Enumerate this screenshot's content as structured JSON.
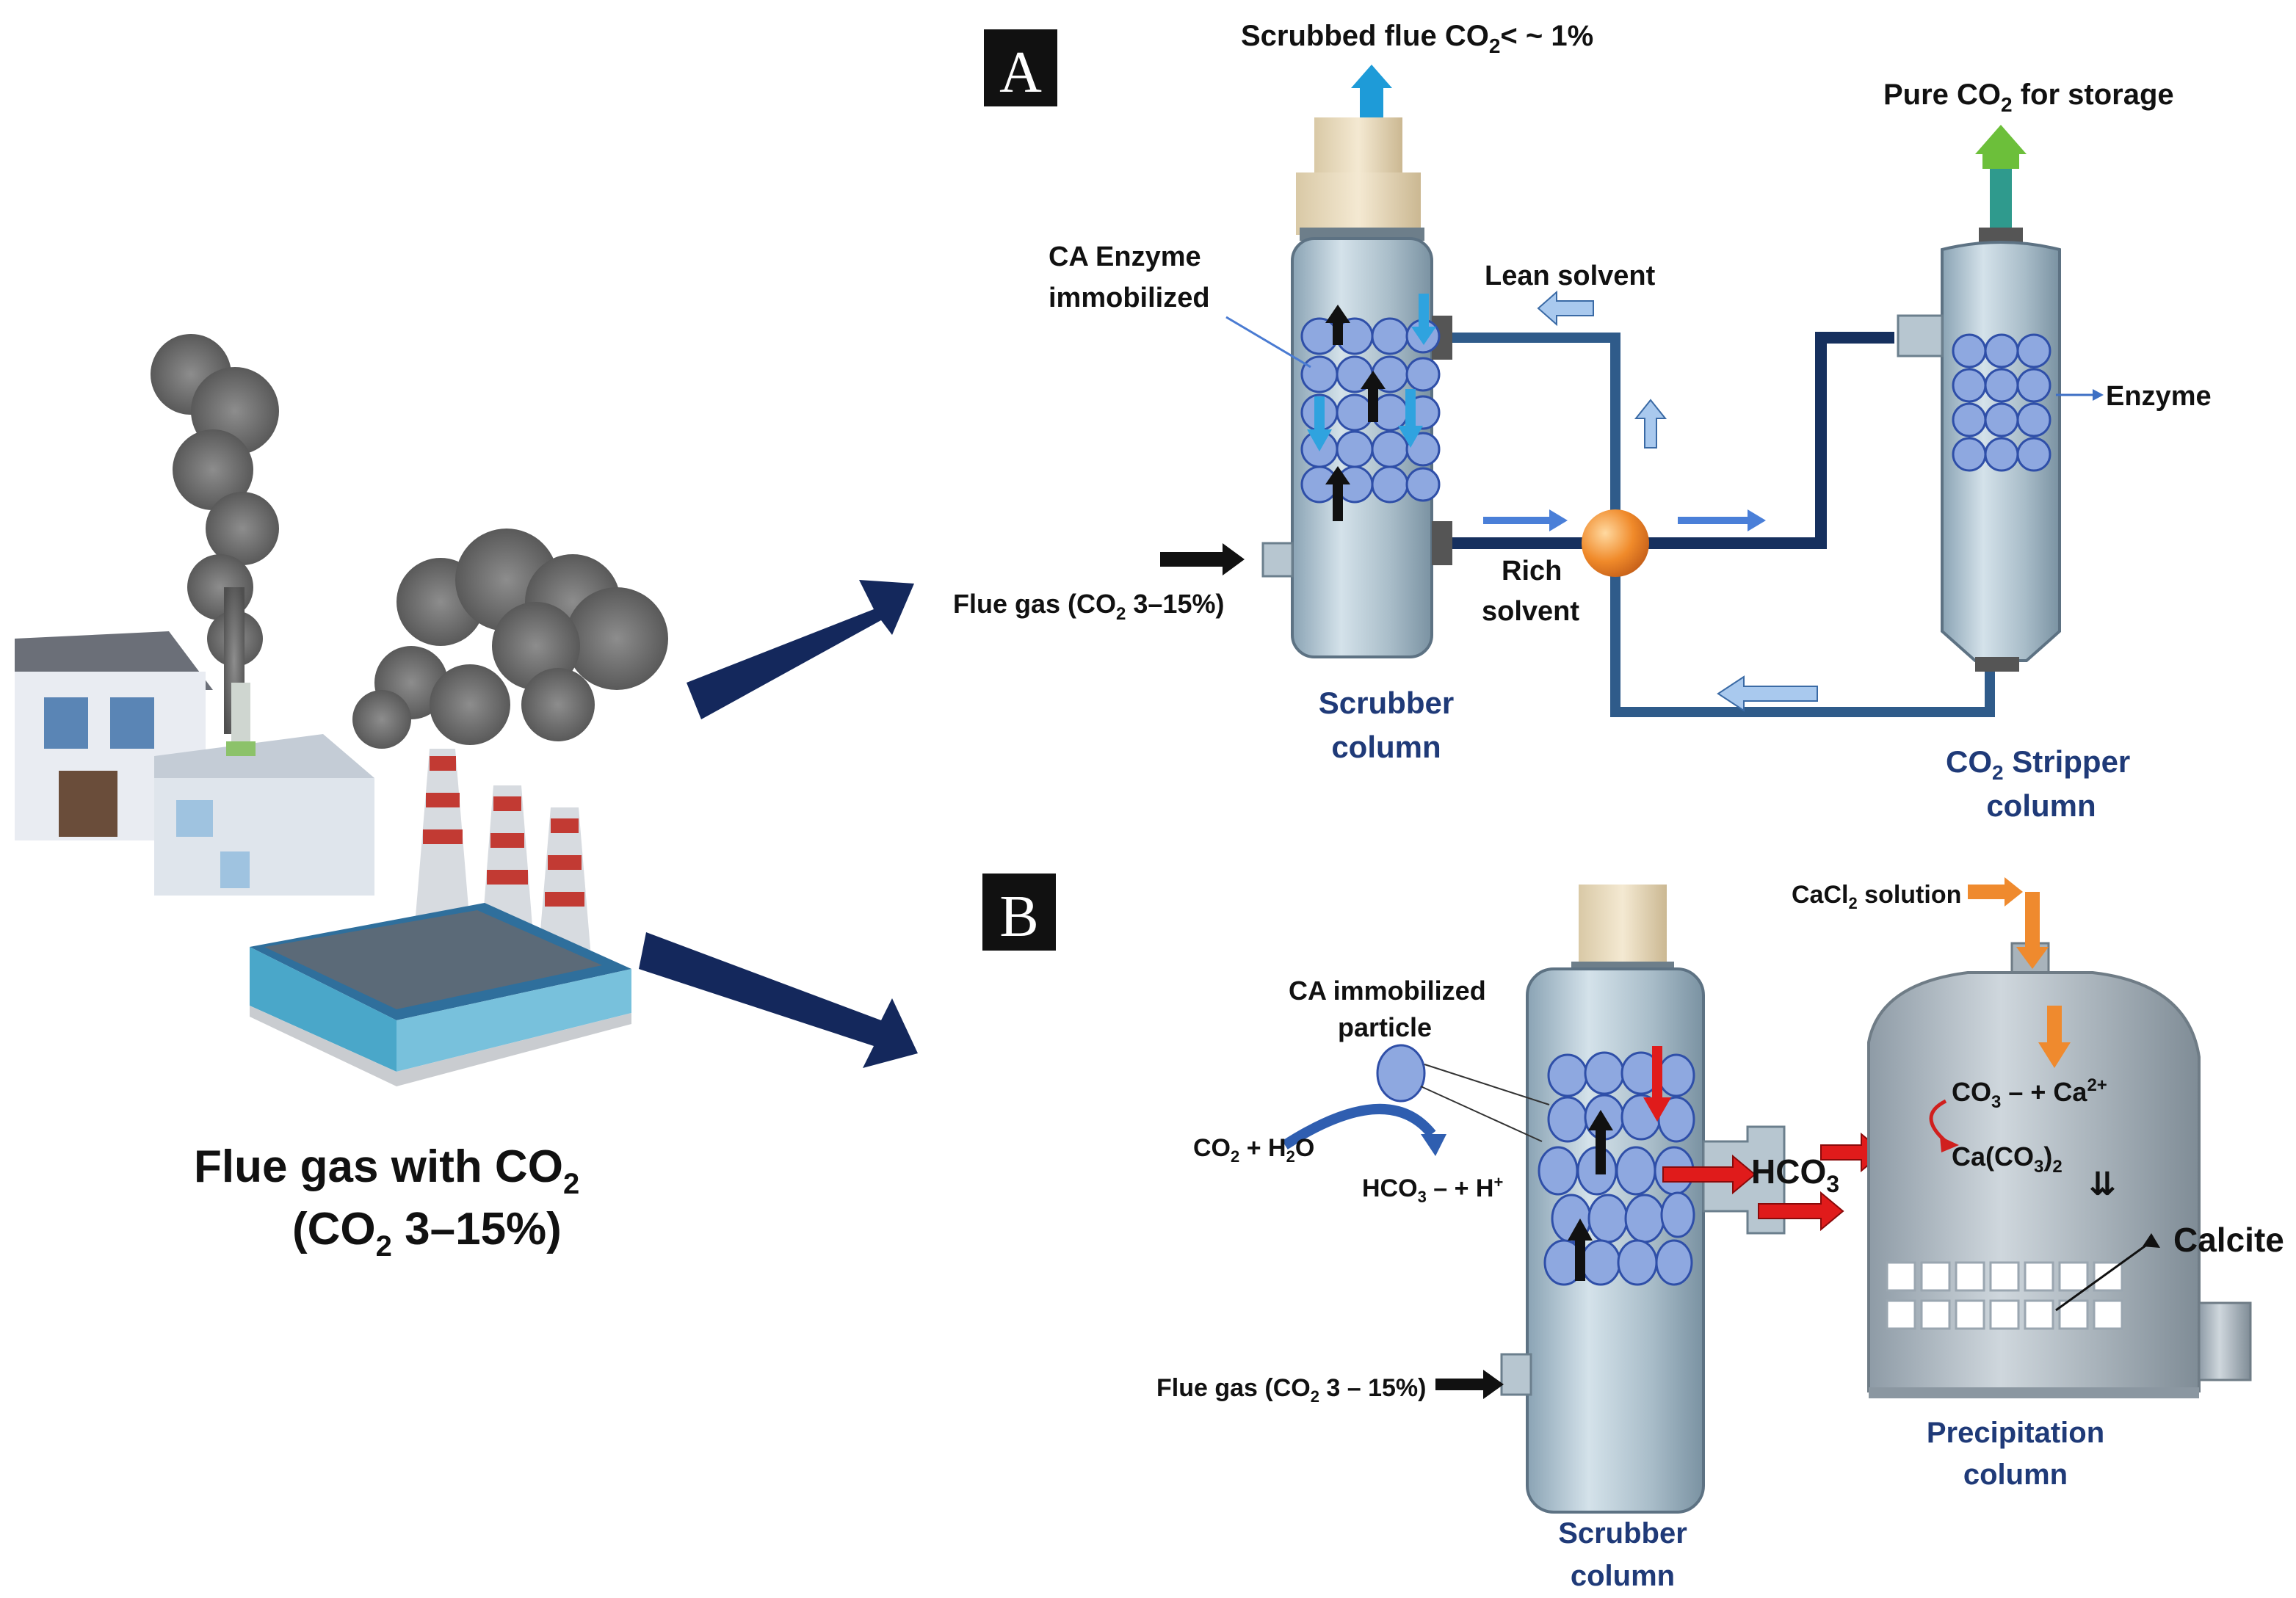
{
  "panel_a": {
    "letter": "A",
    "scrubbed_out_main": "Scrubbed flue CO",
    "scrubbed_out_sub": "2",
    "scrubbed_out_tail": "< ~ 1%",
    "pure_main": "Pure CO",
    "pure_sub": "2",
    "pure_tail": " for storage",
    "ca_enzyme_line1": "CA Enzyme",
    "ca_enzyme_line2": "immobilized",
    "lean_solvent": "Lean solvent",
    "rich_line1": "Rich",
    "rich_line2": "solvent",
    "enzyme": "Enzyme",
    "flue_gas_main": "Flue gas (CO",
    "flue_gas_sub": "2",
    "flue_gas_tail": " 3–15%)",
    "scrubber_line1": "Scrubber",
    "scrubber_line2": "column",
    "stripper_main": "CO",
    "stripper_sub": "2",
    "stripper_tail": " Stripper",
    "stripper_line2": "column"
  },
  "panel_b": {
    "letter": "B",
    "cacl_main": "CaCl",
    "cacl_sub": "2",
    "cacl_tail": " solution",
    "ca_particle_line1": "CA immobilized",
    "ca_particle_line2": "particle",
    "co2_h2o_a": "CO",
    "co2_h2o_b": "2",
    "co2_h2o_c": " + H",
    "co2_h2o_d": "2",
    "co2_h2o_e": "O",
    "hco3_h_a": "HCO",
    "hco3_h_b": "3",
    "hco3_h_c": " – + H",
    "hco3_h_d": "+",
    "hco3_big_a": "HCO",
    "hco3_big_b": "3",
    "co3_ca_a": "CO",
    "co3_ca_b": "3",
    "co3_ca_c": " – + Ca",
    "co3_ca_d": "2+",
    "caco3_a": "Ca(CO",
    "caco3_b": "3",
    "caco3_c": ")",
    "caco3_d": "2",
    "down_arrows": "⇊",
    "calcite": "Calcite",
    "flue_gas_main": "Flue gas (CO",
    "flue_gas_sub": "2",
    "flue_gas_tail": " 3 – 15%)",
    "precip_line1": "Precipitation",
    "precip_line2": "column",
    "scrubber_line1": "Scrubber",
    "scrubber_line2": "column"
  },
  "left": {
    "title_main": "Flue gas with CO",
    "title_sub": "2",
    "subtitle_open": "(CO",
    "subtitle_sub": "2",
    "subtitle_tail": " 3–15%)"
  }
}
